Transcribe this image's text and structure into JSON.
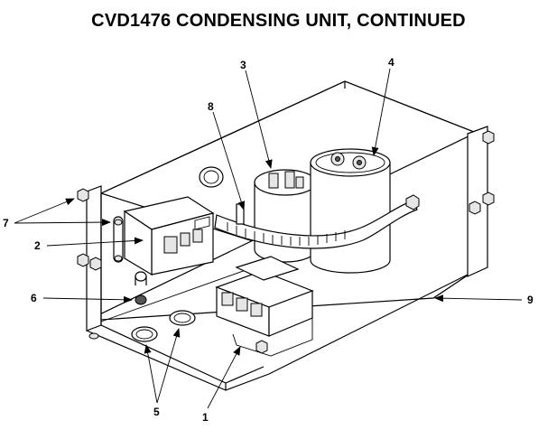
{
  "title": "CVD1476 CONDENSING UNIT, CONTINUED",
  "callouts": [
    {
      "id": "1",
      "text": "1"
    },
    {
      "id": "2",
      "text": "2"
    },
    {
      "id": "3",
      "text": "3"
    },
    {
      "id": "4",
      "text": "4"
    },
    {
      "id": "5",
      "text": "5"
    },
    {
      "id": "6",
      "text": "6"
    },
    {
      "id": "7",
      "text": "7"
    },
    {
      "id": "8",
      "text": "8"
    },
    {
      "id": "9",
      "text": "9"
    }
  ]
}
